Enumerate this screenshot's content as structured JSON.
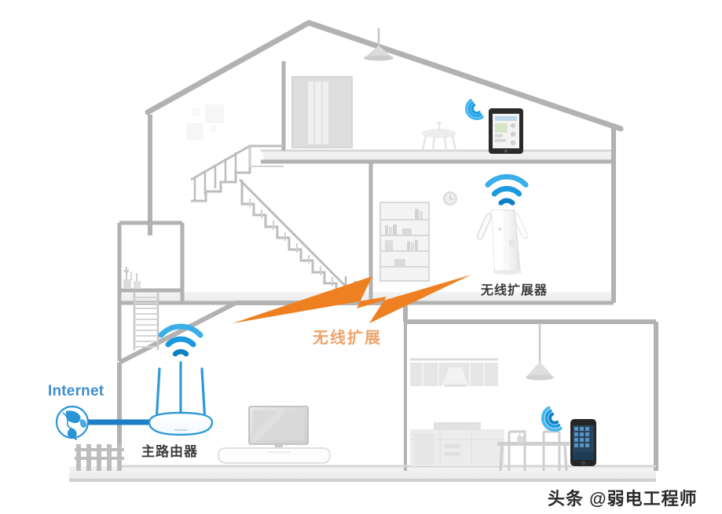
{
  "scene": {
    "title": "Home wireless range extender topology diagram",
    "colors": {
      "wall_outline": "#b2b2b2",
      "furniture_light": "#dcdcdc",
      "furniture_mid": "#c9c9c9",
      "wifi_blue": "#1b9ae0",
      "wifi_blue_dark": "#0f7fc4",
      "cable_blue": "#1f7fc6",
      "internet_text": "#3f8fd0",
      "bolt_orange": "#ef8022",
      "link_label_orange": "#eda36b",
      "label_dark": "#3c3c3c",
      "background": "#ffffff",
      "floor_shade": "#f2f2f2"
    }
  },
  "labels": {
    "internet": "Internet",
    "main_router": "主路由器",
    "wireless_extender": "无线扩展器",
    "wireless_extension": "无线扩展"
  },
  "watermark": {
    "prefix": "头条 ",
    "handle": "@弱电工程师",
    "full": "头条 @弱电工程师"
  },
  "icons": {
    "globe": "globe-icon",
    "wifi_router": "wifi-signal-icon",
    "wifi_extender": "wifi-signal-icon",
    "wifi_tablet": "wifi-signal-icon",
    "wifi_phone": "wifi-signal-icon",
    "bolt": "lightning-bolt-icon"
  },
  "devices": [
    {
      "name": "main-router",
      "label": "主路由器",
      "floor": "ground",
      "antennas": 3,
      "has_wifi_signal": true
    },
    {
      "name": "wireless-extender",
      "label": "无线扩展器",
      "floor": "middle",
      "antennas": 2,
      "has_wifi_signal": true
    },
    {
      "name": "tablet",
      "label": "",
      "floor": "attic",
      "has_wifi_signal": true
    },
    {
      "name": "smartphone",
      "label": "",
      "floor": "ground",
      "has_wifi_signal": true
    },
    {
      "name": "television",
      "label": "",
      "floor": "ground",
      "has_wifi_signal": false
    }
  ],
  "furniture": [
    {
      "name": "ceiling-lamp-attic",
      "floor": "attic"
    },
    {
      "name": "wardrobe",
      "floor": "attic"
    },
    {
      "name": "side-table",
      "floor": "attic"
    },
    {
      "name": "staircase",
      "floor": "middle"
    },
    {
      "name": "bookshelf",
      "floor": "middle"
    },
    {
      "name": "wall-clock",
      "floor": "middle"
    },
    {
      "name": "balcony-plants",
      "floor": "middle"
    },
    {
      "name": "tv-stand",
      "floor": "ground"
    },
    {
      "name": "kitchen-cabinets",
      "floor": "ground"
    },
    {
      "name": "kitchen-counter",
      "floor": "ground"
    },
    {
      "name": "range-hood",
      "floor": "ground"
    },
    {
      "name": "dining-table",
      "floor": "ground"
    },
    {
      "name": "dining-chairs",
      "floor": "ground"
    },
    {
      "name": "pendant-lamp-kitchen",
      "floor": "ground"
    },
    {
      "name": "garden-fence",
      "floor": "exterior"
    }
  ]
}
